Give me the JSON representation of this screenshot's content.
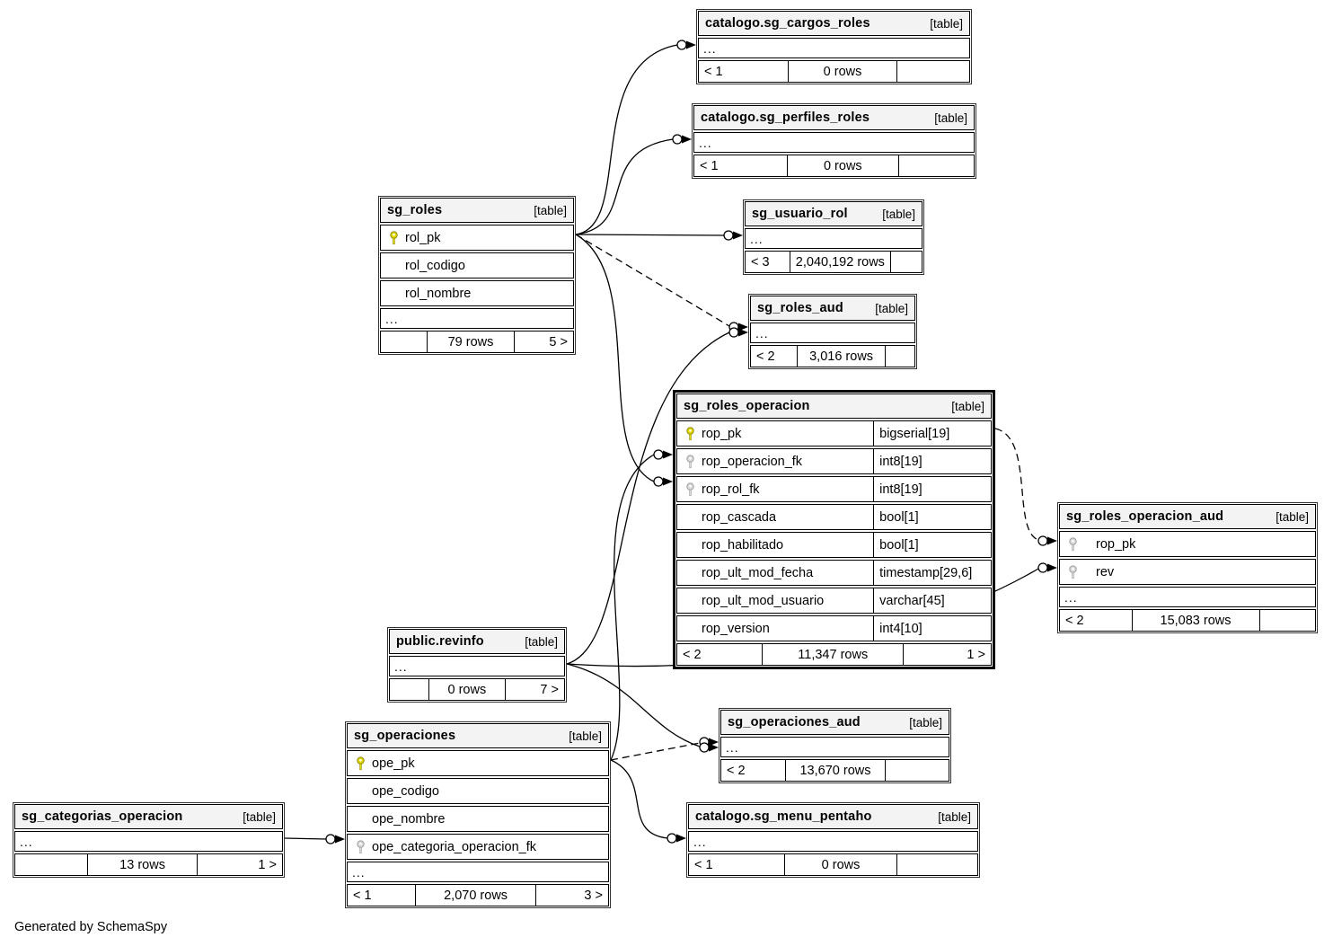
{
  "footer_note": "Generated by SchemaSpy",
  "colors": {
    "primary_key_icon": "#e3d900",
    "primary_key_icon_edge": "#8f8a00",
    "foreign_key_icon": "#d9d9d9",
    "foreign_key_icon_edge": "#9e9e9e",
    "header_bg": "#f3f3f3",
    "line": "#000000"
  },
  "diagram": {
    "tables": [
      {
        "name": "catalogo.sg_cargos_roles",
        "tag": "[table]",
        "columns": [
          {
            "name": "...",
            "dots": true
          }
        ],
        "footer": [
          "< 1",
          "0 rows",
          ""
        ]
      },
      {
        "name": "catalogo.sg_perfiles_roles",
        "tag": "[table]",
        "columns": [
          {
            "name": "...",
            "dots": true
          }
        ],
        "footer": [
          "< 1",
          "0 rows",
          ""
        ]
      },
      {
        "name": "sg_roles",
        "tag": "[table]",
        "columns": [
          {
            "name": "rol_pk",
            "key": "pk"
          },
          {
            "name": "rol_codigo"
          },
          {
            "name": "rol_nombre"
          },
          {
            "name": "...",
            "dots": true
          }
        ],
        "footer": [
          "",
          "79 rows",
          "5 >"
        ]
      },
      {
        "name": "sg_usuario_rol",
        "tag": "[table]",
        "columns": [
          {
            "name": "...",
            "dots": true
          }
        ],
        "footer": [
          "< 3",
          "2,040,192 rows",
          ""
        ]
      },
      {
        "name": "sg_roles_aud",
        "tag": "[table]",
        "columns": [
          {
            "name": "...",
            "dots": true
          }
        ],
        "footer": [
          "< 2",
          "3,016 rows",
          ""
        ]
      },
      {
        "name": "sg_roles_operacion",
        "tag": "[table]",
        "columns": [
          {
            "name": "rop_pk",
            "key": "pk",
            "type": "bigserial[19]"
          },
          {
            "name": "rop_operacion_fk",
            "key": "fk",
            "type": "int8[19]"
          },
          {
            "name": "rop_rol_fk",
            "key": "fk",
            "type": "int8[19]"
          },
          {
            "name": "rop_cascada",
            "type": "bool[1]"
          },
          {
            "name": "rop_habilitado",
            "type": "bool[1]"
          },
          {
            "name": "rop_ult_mod_fecha",
            "type": "timestamp[29,6]"
          },
          {
            "name": "rop_ult_mod_usuario",
            "type": "varchar[45]"
          },
          {
            "name": "rop_version",
            "type": "int4[10]"
          }
        ],
        "footer": [
          "< 2",
          "11,347 rows",
          "1 >"
        ]
      },
      {
        "name": "sg_roles_operacion_aud",
        "tag": "[table]",
        "columns": [
          {
            "name": "rop_pk",
            "key": "fk"
          },
          {
            "name": "rev",
            "key": "fk"
          },
          {
            "name": "...",
            "dots": true
          }
        ],
        "footer": [
          "< 2",
          "15,083 rows",
          ""
        ]
      },
      {
        "name": "public.revinfo",
        "tag": "[table]",
        "columns": [
          {
            "name": "...",
            "dots": true
          }
        ],
        "footer": [
          "",
          "0 rows",
          "7 >"
        ]
      },
      {
        "name": "sg_operaciones",
        "tag": "[table]",
        "columns": [
          {
            "name": "ope_pk",
            "key": "pk"
          },
          {
            "name": "ope_codigo"
          },
          {
            "name": "ope_nombre"
          },
          {
            "name": "ope_categoria_operacion_fk",
            "key": "fk"
          },
          {
            "name": "...",
            "dots": true
          }
        ],
        "footer": [
          "< 1",
          "2,070 rows",
          "3 >"
        ]
      },
      {
        "name": "sg_operaciones_aud",
        "tag": "[table]",
        "columns": [
          {
            "name": "...",
            "dots": true
          }
        ],
        "footer": [
          "< 2",
          "13,670 rows",
          ""
        ]
      },
      {
        "name": "catalogo.sg_menu_pentaho",
        "tag": "[table]",
        "columns": [
          {
            "name": "...",
            "dots": true
          }
        ],
        "footer": [
          "< 1",
          "0 rows",
          ""
        ]
      },
      {
        "name": "sg_categorias_operacion",
        "tag": "[table]",
        "columns": [
          {
            "name": "...",
            "dots": true
          }
        ],
        "footer": [
          "",
          "13 rows",
          "1 >"
        ]
      }
    ],
    "relationships": [
      {
        "from": "sg_roles.rol_pk",
        "to": "catalogo.sg_cargos_roles",
        "style": "solid"
      },
      {
        "from": "sg_roles.rol_pk",
        "to": "catalogo.sg_perfiles_roles",
        "style": "solid"
      },
      {
        "from": "sg_roles.rol_pk",
        "to": "sg_usuario_rol",
        "style": "solid"
      },
      {
        "from": "sg_roles.rol_pk",
        "to": "sg_roles_aud",
        "style": "dashed"
      },
      {
        "from": "sg_roles.rol_pk",
        "to": "sg_roles_operacion.rop_rol_fk",
        "style": "solid"
      },
      {
        "from": "sg_operaciones.ope_pk",
        "to": "sg_roles_operacion.rop_operacion_fk",
        "style": "solid"
      },
      {
        "from": "sg_operaciones.ope_pk",
        "to": "sg_operaciones_aud",
        "style": "dashed"
      },
      {
        "from": "sg_operaciones.ope_pk",
        "to": "catalogo.sg_menu_pentaho",
        "style": "solid"
      },
      {
        "from": "sg_categorias_operacion",
        "to": "sg_operaciones.ope_categoria_operacion_fk",
        "style": "solid"
      },
      {
        "from": "sg_roles_operacion.rop_pk",
        "to": "sg_roles_operacion_aud.rop_pk",
        "style": "dashed"
      },
      {
        "from": "public.revinfo",
        "to": "sg_roles_aud",
        "style": "solid"
      },
      {
        "from": "public.revinfo",
        "to": "sg_roles_operacion_aud.rev",
        "style": "solid"
      },
      {
        "from": "public.revinfo",
        "to": "sg_operaciones_aud",
        "style": "solid"
      }
    ]
  }
}
